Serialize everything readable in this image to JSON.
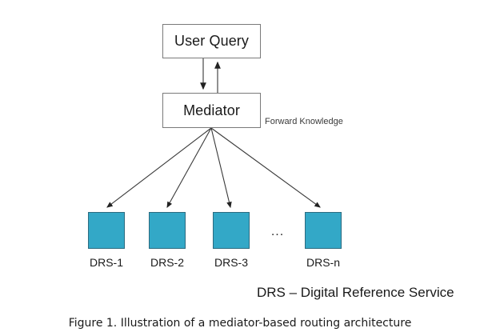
{
  "figure": {
    "caption": "Figure 1. Illustration of a mediator-based routing architecture",
    "legend": "DRS – Digital Reference Service",
    "background_color": "#ffffff"
  },
  "diagram": {
    "type": "flow-diagram",
    "nodes": {
      "user_query": {
        "label": "User Query",
        "fill": "#ffffff",
        "border": "#7a7a7a"
      },
      "mediator": {
        "label": "Mediator",
        "fill": "#ffffff",
        "border": "#7a7a7a"
      }
    },
    "services": {
      "fill": "#33a8c7",
      "border": "#2b6b80",
      "items": [
        {
          "label": "DRS-1"
        },
        {
          "label": "DRS-2"
        },
        {
          "label": "DRS-3"
        },
        {
          "label": "DRS-n"
        }
      ],
      "ellipsis": "..."
    },
    "annotations": {
      "forward_knowledge": "Forward Knowledge"
    },
    "edges": [
      {
        "from": "user_query",
        "to": "mediator",
        "direction": "down"
      },
      {
        "from": "mediator",
        "to": "user_query",
        "direction": "up"
      },
      {
        "from": "mediator",
        "to": "DRS-1",
        "direction": "down"
      },
      {
        "from": "mediator",
        "to": "DRS-2",
        "direction": "down"
      },
      {
        "from": "mediator",
        "to": "DRS-3",
        "direction": "down"
      },
      {
        "from": "mediator",
        "to": "DRS-n",
        "direction": "down"
      }
    ]
  }
}
